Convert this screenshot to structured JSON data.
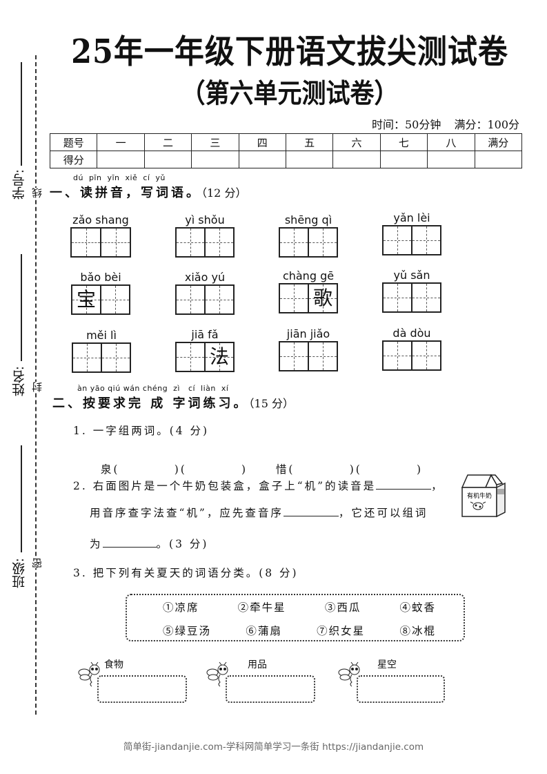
{
  "header": {
    "title": "25年一年级下册语文拔尖测试卷",
    "subtitle": "（第六单元测试卷）",
    "time": "时间：50分钟",
    "full_score": "满分：100分"
  },
  "score_table": {
    "header_row": [
      "题号",
      "一",
      "二",
      "三",
      "四",
      "五",
      "六",
      "七",
      "八",
      "满分"
    ],
    "score_row_label": "得分"
  },
  "binding": {
    "student_id_label": "学号:",
    "name_label": "姓名:",
    "class_label": "班级:",
    "seal_chars": [
      "线",
      "封",
      "密"
    ]
  },
  "section1": {
    "pinyin": "dú pīn yīn  xiě cí yǔ",
    "title": "一、读拼音，写词语。",
    "points": "（12 分）",
    "words": [
      {
        "pinyin": "zǎo shang",
        "chars": [
          "",
          ""
        ]
      },
      {
        "pinyin": "yì  shǒu",
        "chars": [
          "",
          ""
        ]
      },
      {
        "pinyin": "shēng qì",
        "chars": [
          "",
          ""
        ]
      },
      {
        "pinyin": "yǎn  lèi",
        "chars": [
          "",
          ""
        ]
      },
      {
        "pinyin": "bǎo  bèi",
        "chars": [
          "宝",
          ""
        ]
      },
      {
        "pinyin": "xiǎo  yú",
        "chars": [
          "",
          ""
        ]
      },
      {
        "pinyin": "chàng gē",
        "chars": [
          "",
          "歌"
        ]
      },
      {
        "pinyin": "yǔ   sǎn",
        "chars": [
          "",
          ""
        ]
      },
      {
        "pinyin": "měi    lì",
        "chars": [
          "",
          ""
        ]
      },
      {
        "pinyin": "jiā    fǎ",
        "chars": [
          "",
          "法"
        ]
      },
      {
        "pinyin": "jiān jiǎo",
        "chars": [
          "",
          ""
        ]
      },
      {
        "pinyin": "dà  dòu",
        "chars": [
          "",
          ""
        ]
      }
    ]
  },
  "section2": {
    "pinyin": "àn yāo qiú wán chéng  zì   cí  liàn  xí",
    "title": "二、按要求完 成 字词练习。",
    "points": "（15 分）",
    "q1": {
      "text": "1. 一字组两词。(4 分)",
      "items": [
        {
          "char": "泉",
          "slots": "(          )(          )"
        },
        {
          "char": "惜",
          "slots": "(          )(          )"
        }
      ]
    },
    "q2": {
      "line1": "2. 右面图片是一个牛奶包装盒，盒子上“机”的读音是",
      "line1_end": "，",
      "line2": "用音序查字法查“机”，应先查音序",
      "line2_end": "，它还可以组词",
      "line3": "为",
      "line3_end": "。(3 分)",
      "image_label": "有机牛奶"
    },
    "q3": {
      "text": "3. 把下列有关夏天的词语分类。(8 分)",
      "words_row1": [
        "①凉席",
        "②牵牛星",
        "③西瓜",
        "④蚊香"
      ],
      "words_row2": [
        "⑤绿豆汤",
        "⑥蒲扇",
        "⑦织女星",
        "⑧冰棍"
      ],
      "categories": [
        "食物",
        "用品",
        "星空"
      ]
    }
  },
  "footer": {
    "watermark": "简单街-jiandanjie.com-学科网简单学习一条街 https://jiandanjie.com"
  }
}
